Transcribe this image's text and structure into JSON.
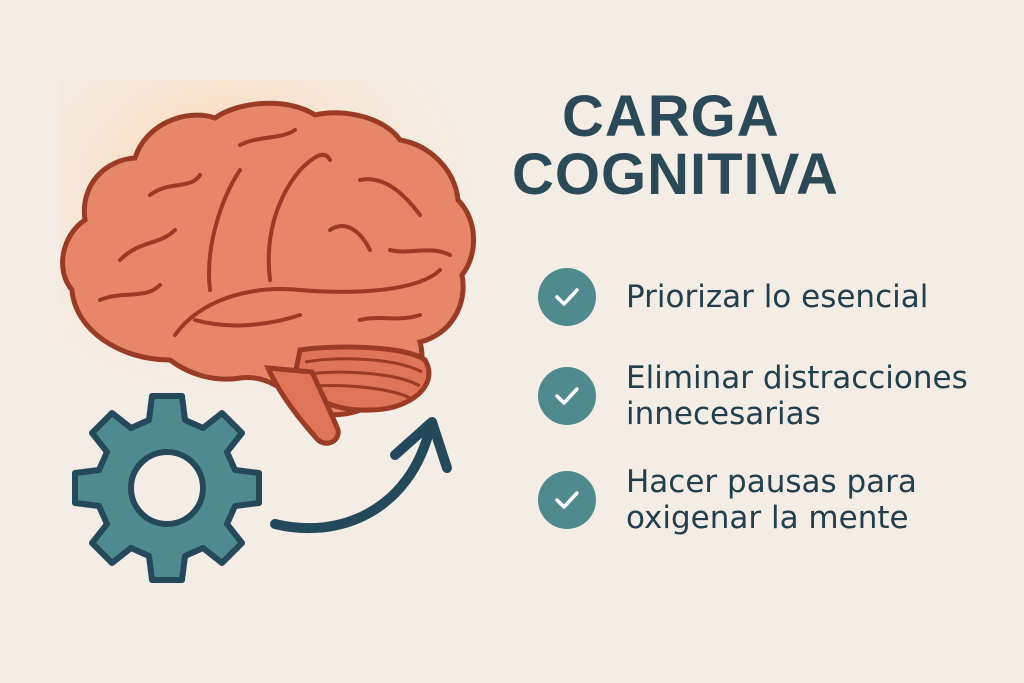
{
  "title": {
    "line1": "CARGA",
    "line2": "COGNITIVA"
  },
  "checklist": [
    {
      "icon": "check-circle-icon",
      "text": "Priorizar lo esencial"
    },
    {
      "icon": "check-circle-icon",
      "text": "Eliminar distracciones innecesarias"
    },
    {
      "icon": "check-circle-icon",
      "text": "Hacer pausas para oxigenar la mente"
    }
  ],
  "illustration": {
    "icons": [
      "brain-icon",
      "gear-icon",
      "curved-arrow-icon"
    ]
  },
  "colors": {
    "background": "#f4ede5",
    "title": "#2a4a58",
    "check": "#4f8a8f",
    "brain": "#e0765a",
    "brain_outline": "#9a3b26",
    "gear": "#4f8a8f",
    "gear_outline": "#24495a",
    "arrow": "#24495a"
  }
}
